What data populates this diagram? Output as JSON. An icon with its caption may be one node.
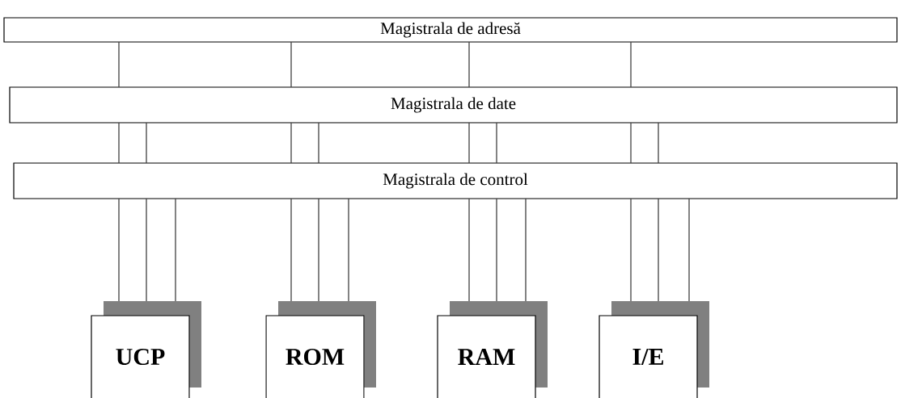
{
  "diagram": {
    "nodes": [
      {
        "text": [
          "Magistrala de adresă"
        ]
      },
      {
        "text": [
          "Magistrala de date"
        ]
      },
      {
        "text": [
          "Magistrala de control"
        ]
      },
      {
        "text": [
          "UCP"
        ]
      },
      {
        "text": [
          "ROM"
        ]
      },
      {
        "text": [
          "RAM"
        ]
      },
      {
        "text": [
          "I/E"
        ]
      }
    ],
    "edges": [
      {
        "from": 0,
        "to": 1,
        "arrow": "none"
      },
      {
        "from": 0,
        "to": 1,
        "arrow": "none"
      },
      {
        "from": 0,
        "to": 1,
        "arrow": "none"
      },
      {
        "from": 0,
        "to": 1,
        "arrow": "none"
      },
      {
        "from": 1,
        "to": 2,
        "arrow": "none"
      },
      {
        "from": 1,
        "to": 2,
        "arrow": "none"
      },
      {
        "from": 1,
        "to": 2,
        "arrow": "none"
      },
      {
        "from": 1,
        "to": 2,
        "arrow": "none"
      },
      {
        "from": 1,
        "to": 2,
        "arrow": "none"
      },
      {
        "from": 1,
        "to": 2,
        "arrow": "none"
      },
      {
        "from": 1,
        "to": 2,
        "arrow": "none"
      },
      {
        "from": 1,
        "to": 2,
        "arrow": "none"
      },
      {
        "from": 2,
        "to": 3,
        "arrow": "none"
      },
      {
        "from": 2,
        "to": 3,
        "arrow": "none"
      },
      {
        "from": 2,
        "to": 3,
        "arrow": "none"
      },
      {
        "from": 2,
        "to": 4,
        "arrow": "none"
      },
      {
        "from": 2,
        "to": 4,
        "arrow": "none"
      },
      {
        "from": 2,
        "to": 4,
        "arrow": "none"
      },
      {
        "from": 2,
        "to": 5,
        "arrow": "none"
      },
      {
        "from": 2,
        "to": 5,
        "arrow": "none"
      },
      {
        "from": 2,
        "to": 5,
        "arrow": "none"
      },
      {
        "from": 2,
        "to": 6,
        "arrow": "none"
      },
      {
        "from": 2,
        "to": 6,
        "arrow": "none"
      },
      {
        "from": 2,
        "to": 6,
        "arrow": "none"
      }
    ]
  }
}
